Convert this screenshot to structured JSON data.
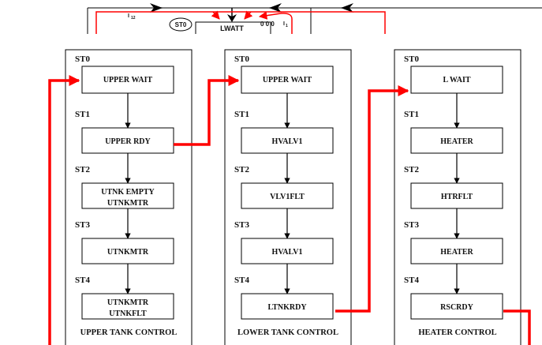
{
  "top_strip": {
    "labels": {
      "i12": "I",
      "i12_sub": "12",
      "st0": "ST0",
      "lwatt": "LWATT",
      "ooo": "0 0 0",
      "i1": "I",
      "i1_sub": "1"
    }
  },
  "panels": [
    {
      "id": "upper",
      "title": "UPPER TANK CONTROL",
      "states": [
        {
          "label": "ST0",
          "box": "UPPER WAIT",
          "box2": ""
        },
        {
          "label": "ST1",
          "box": "UPPER RDY",
          "box2": ""
        },
        {
          "label": "ST2",
          "box": "UTNK EMPTY",
          "box2": "UTNKMTR"
        },
        {
          "label": "ST3",
          "box": "UTNKMTR",
          "box2": ""
        },
        {
          "label": "ST4",
          "box": "UTNKMTR",
          "box2": "UTNKFLT"
        }
      ]
    },
    {
      "id": "lower",
      "title": "LOWER TANK CONTROL",
      "states": [
        {
          "label": "ST0",
          "box": "UPPER WAIT",
          "box2": ""
        },
        {
          "label": "ST1",
          "box": "HVALV1",
          "box2": ""
        },
        {
          "label": "ST2",
          "box": "VLV1FLT",
          "box2": ""
        },
        {
          "label": "ST3",
          "box": "HVALV1",
          "box2": ""
        },
        {
          "label": "ST4",
          "box": "LTNKRDY",
          "box2": ""
        }
      ]
    },
    {
      "id": "heater",
      "title": "HEATER CONTROL",
      "states": [
        {
          "label": "ST0",
          "box": "L WAIT",
          "box2": ""
        },
        {
          "label": "ST1",
          "box": "HEATER",
          "box2": ""
        },
        {
          "label": "ST2",
          "box": "HTRFLT",
          "box2": ""
        },
        {
          "label": "ST3",
          "box": "HEATER",
          "box2": ""
        },
        {
          "label": "ST4",
          "box": "RSCRDY",
          "box2": ""
        }
      ]
    }
  ],
  "colors": {
    "flow": "#ff0000",
    "line": "#000000",
    "gray": "#888888"
  }
}
